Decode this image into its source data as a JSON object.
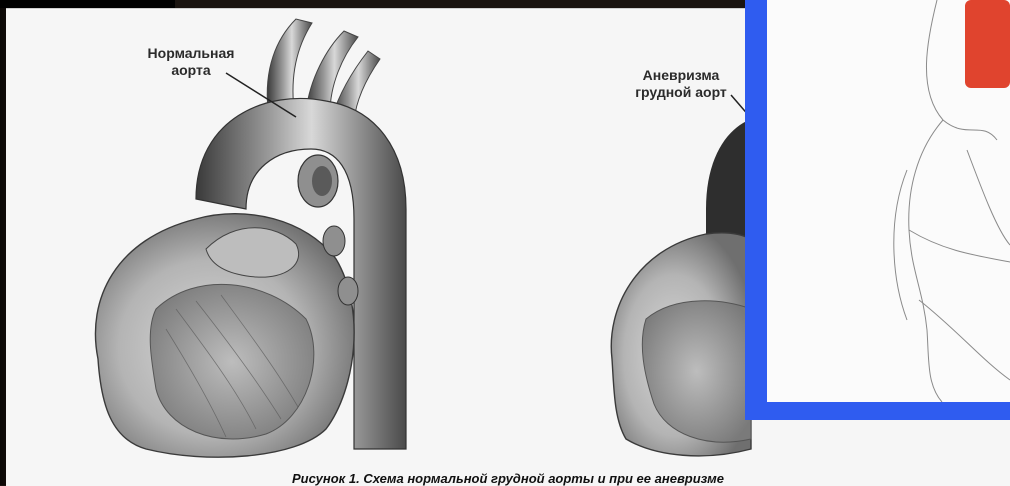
{
  "labels": {
    "normal_aorta_line1": "Нормальная",
    "normal_aorta_line2": "аорта",
    "aneurysm_line1": "Аневризма",
    "aneurysm_line2": "грудной аорт"
  },
  "caption": "Рисунок 1. Схема нормальной грудной аорты и при ее аневризме",
  "colors": {
    "inset_frame": "#2f5cf0",
    "highlight_red": "#e0442e",
    "figure_bg": "#f6f6f6"
  }
}
